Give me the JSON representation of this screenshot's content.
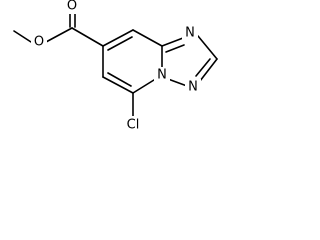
{
  "molecule": {
    "atom_labels": {
      "carbonyl_oxygen": "O",
      "ester_oxygen": "O",
      "ring_nitrogen_top": "N",
      "ring_nitrogen_bridge": "N",
      "ring_nitrogen_bottom": "N",
      "chlorine": "Cl"
    }
  }
}
